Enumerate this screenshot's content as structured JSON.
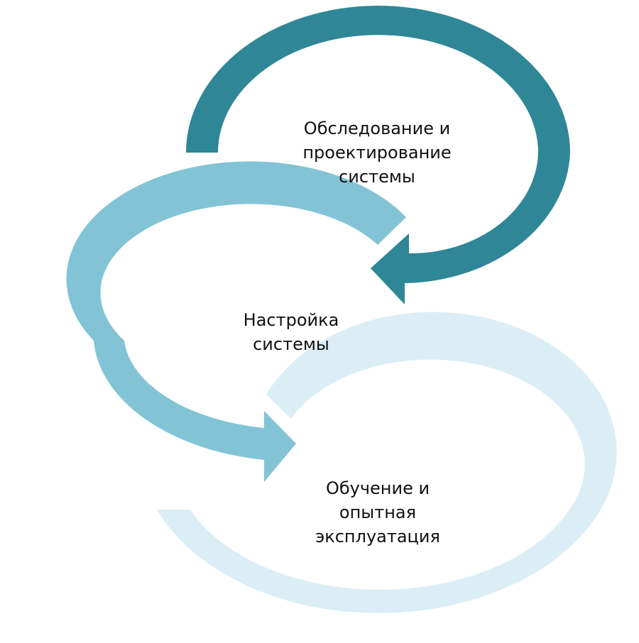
{
  "stages": [
    {
      "label": "Обследование и\nпроектирование\nсистемы",
      "color": "#2e8696"
    },
    {
      "label": "Настройка\nсистемы",
      "color": "#82c4d5"
    },
    {
      "label": "Обучение и\nопытная\nэксплуатация",
      "color": "#dbeef5"
    }
  ]
}
